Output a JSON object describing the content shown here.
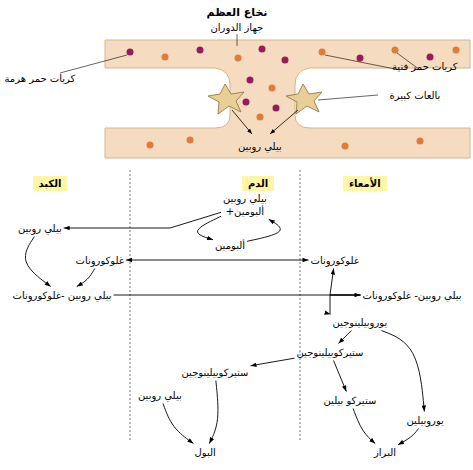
{
  "diagram": {
    "nodes": [
      {
        "text": [
          "الكبد"
        ]
      },
      {
        "text": [
          "الدم"
        ]
      },
      {
        "text": [
          "الأمعاء"
        ]
      },
      {
        "text": [
          "بيلي روبين",
          "ألبومين+"
        ]
      },
      {
        "text": [
          "ألبومين"
        ]
      },
      {
        "text": [
          "بيلي روبين"
        ]
      },
      {
        "text": [
          "غلوكورونات"
        ]
      },
      {
        "text": [
          "بيلي روبين -غلوكورونات"
        ]
      },
      {
        "text": [
          "غلوكورونات"
        ]
      },
      {
        "text": [
          "بيلي روبين- غلوكورونات"
        ]
      },
      {
        "text": [
          "يوروبيلينوجين"
        ]
      },
      {
        "text": [
          "ستيركوبيلينوجين"
        ]
      },
      {
        "text": [
          "ستيركوبيلينوجين"
        ]
      },
      {
        "text": [
          "بيلي روبين"
        ]
      },
      {
        "text": [
          "ستيركو بيلين"
        ]
      },
      {
        "text": [
          "يوروبيلين"
        ]
      },
      {
        "text": [
          "البول"
        ]
      },
      {
        "text": [
          "البراز"
        ]
      }
    ],
    "edges": [
      {
        "from": 3,
        "to": 5,
        "arrow": "to"
      },
      {
        "from": 3,
        "to": 4,
        "arrow": "to"
      },
      {
        "from": 4,
        "to": 3,
        "arrow": "to"
      },
      {
        "from": 8,
        "to": 6,
        "arrow": "both"
      },
      {
        "from": 5,
        "to": 7,
        "arrow": "to"
      },
      {
        "from": 6,
        "to": 7,
        "arrow": "to"
      },
      {
        "from": 7,
        "to": 9,
        "arrow": "to"
      },
      {
        "from": 9,
        "to": 8,
        "arrow": "to"
      },
      {
        "from": 9,
        "to": 10,
        "arrow": "to"
      },
      {
        "from": 10,
        "to": 11,
        "arrow": "to"
      },
      {
        "from": 10,
        "to": 15,
        "arrow": "to"
      },
      {
        "from": 11,
        "to": 12,
        "arrow": "to"
      },
      {
        "from": 11,
        "to": 14,
        "arrow": "to"
      },
      {
        "from": 12,
        "to": 16,
        "arrow": "to"
      },
      {
        "from": 13,
        "to": 16,
        "arrow": "to"
      },
      {
        "from": 14,
        "to": 17,
        "arrow": "to"
      },
      {
        "from": 15,
        "to": 17,
        "arrow": "to"
      }
    ],
    "labels": [
      "نخاع العظم",
      "جهاز الدوران",
      "كريات حمر فتية",
      "كريات حمر هرمة",
      "بالعات كبيرة",
      "بيلي روبين"
    ]
  }
}
